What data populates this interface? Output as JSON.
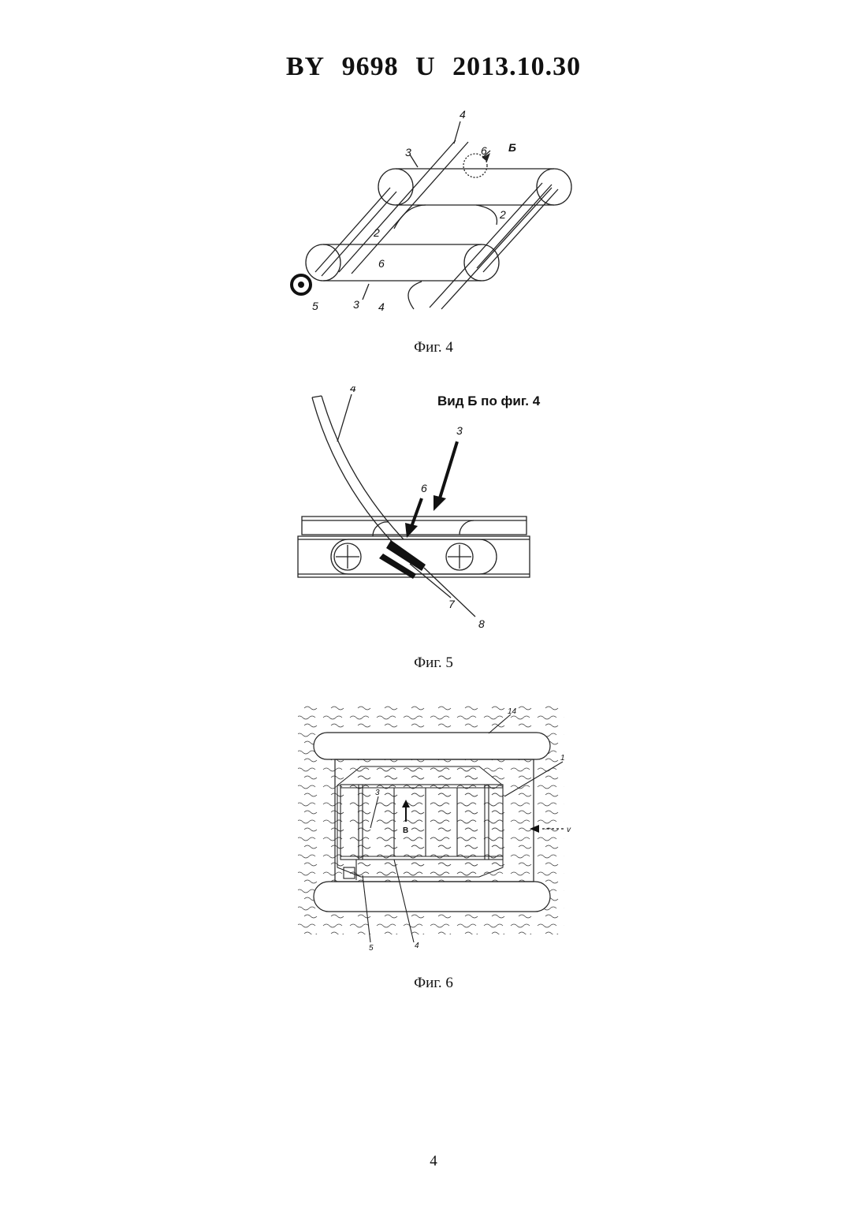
{
  "header": {
    "country": "BY",
    "number": "9698",
    "kind": "U",
    "date": "2013.10.30"
  },
  "figures": [
    {
      "caption": "Фиг. 4",
      "labels": {
        "l4top": "4",
        "l3top": "3",
        "l6top": "6",
        "lB": "Б",
        "l2right": "2",
        "l2left": "2",
        "l6mid": "6",
        "l5": "5",
        "l3bot": "3",
        "l4bot": "4"
      }
    },
    {
      "caption": "Фиг. 5",
      "title": "Вид Б по фиг. 4",
      "labels": {
        "l4": "4",
        "l3": "3",
        "l6": "6",
        "l7": "7",
        "l8": "8"
      }
    },
    {
      "caption": "Фиг. 6",
      "labels": {
        "l14": "14",
        "l1": "1",
        "l3": "3",
        "lB": "B",
        "lv": "v",
        "l5": "5",
        "l4": "4"
      }
    }
  ],
  "page_number": "4"
}
